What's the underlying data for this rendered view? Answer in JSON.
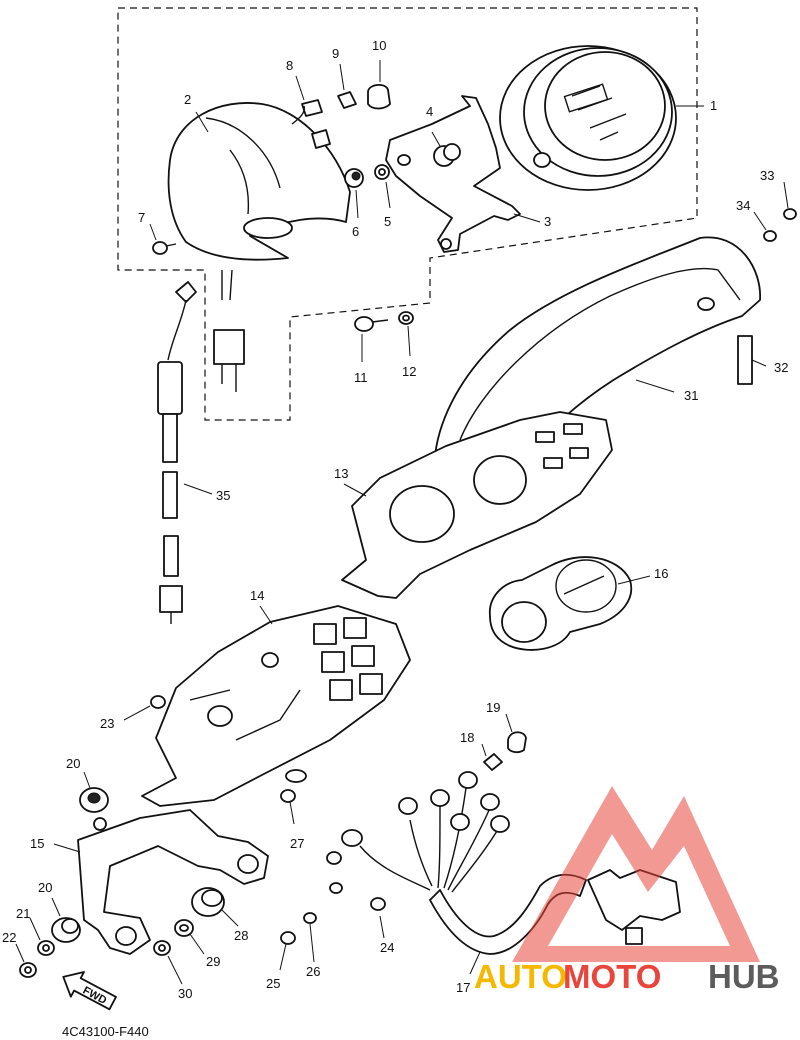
{
  "diagram": {
    "callouts": {
      "c1": "1",
      "c2": "2",
      "c3": "3",
      "c4": "4",
      "c5": "5",
      "c6": "6",
      "c7": "7",
      "c8": "8",
      "c9": "9",
      "c10": "10",
      "c11": "11",
      "c12": "12",
      "c13": "13",
      "c14": "14",
      "c15": "15",
      "c16": "16",
      "c17": "17",
      "c18": "18",
      "c19": "19",
      "c20a": "20",
      "c20b": "20",
      "c21": "21",
      "c22": "22",
      "c23": "23",
      "c24": "24",
      "c25": "25",
      "c26": "26",
      "c27": "27",
      "c28": "28",
      "c29": "29",
      "c30": "30",
      "c31": "31",
      "c32": "32",
      "c33": "33",
      "c34": "34",
      "c35": "35"
    },
    "drawing_code": "4C43100-F440",
    "fwd_label": "FWD"
  },
  "watermark": {
    "part1": "AUTO",
    "part2": "MOTO",
    "part3": "HUB",
    "colors": {
      "auto": "#f5b800",
      "moto": "#e8453c",
      "hub": "#5c5c5c"
    }
  }
}
